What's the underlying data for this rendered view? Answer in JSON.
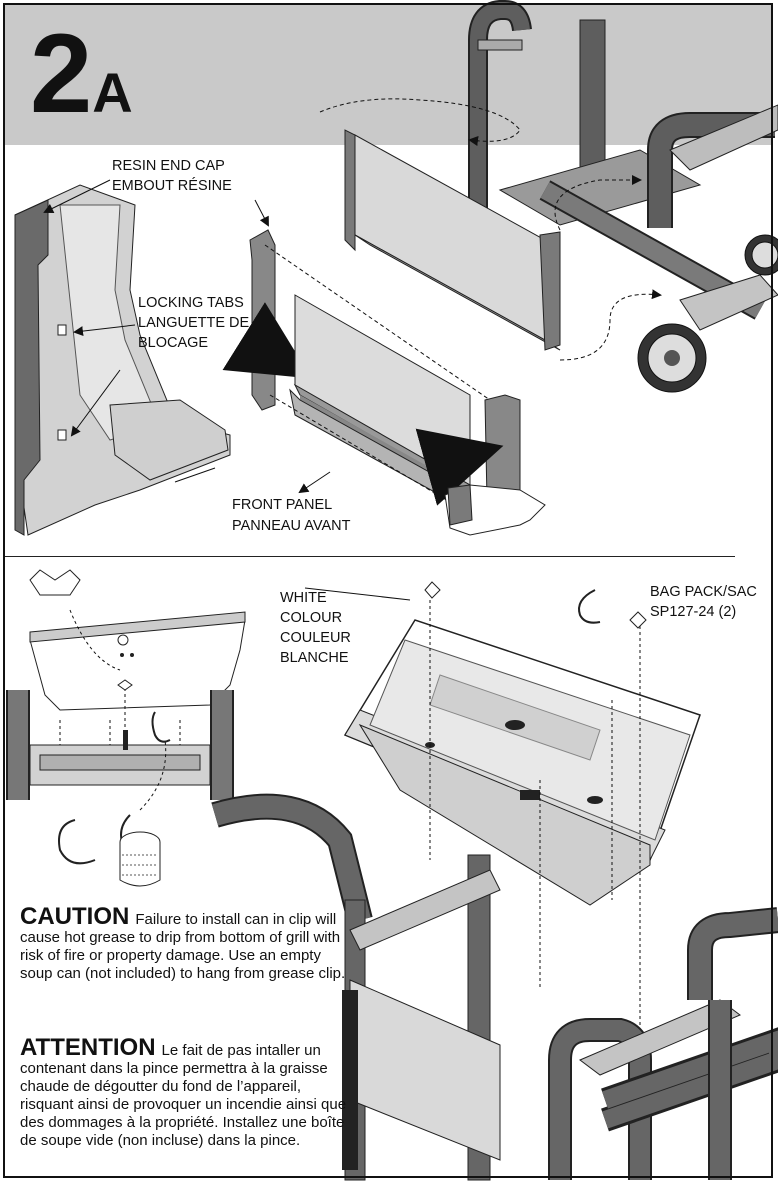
{
  "step": {
    "number": "2",
    "letter": "A"
  },
  "labels": {
    "resin_cap_en": "RESIN END CAP",
    "resin_cap_fr": "EMBOUT RÉSINE",
    "locking_en": "LOCKING TABS",
    "locking_fr1": "LANGUETTE DE",
    "locking_fr2": "BLOCAGE",
    "front_en": "FRONT PANEL",
    "front_fr": "PANNEAU AVANT",
    "white_1": "WHITE",
    "white_2": "COLOUR",
    "white_3": "COULEUR",
    "white_4": "BLANCHE",
    "bag_1": "BAG PACK/SAC",
    "bag_2": "SP127-24 (2)"
  },
  "caution": {
    "keyword": "CAUTION",
    "text": "Failure to install can in clip will cause hot grease to drip from bottom of grill with risk of fire or property damage. Use an empty soup can (not included) to hang from grease clip."
  },
  "attention": {
    "keyword": "ATTENTION",
    "text": "Le fait de pas intaller un contenant dans la pince permettra à la graisse chaude de dégoutter du fond de l’appareil, risquant ainsi de provoquer un incendie ainsi que des dommages à la propriété. Installez une boîte de soupe vide (non incluse) dans la pince."
  },
  "colors": {
    "band": "#c9c9c9",
    "frame": "#555555",
    "panel": "#d8d8d8",
    "cap": "#7a7a7a",
    "ink": "#111111"
  }
}
